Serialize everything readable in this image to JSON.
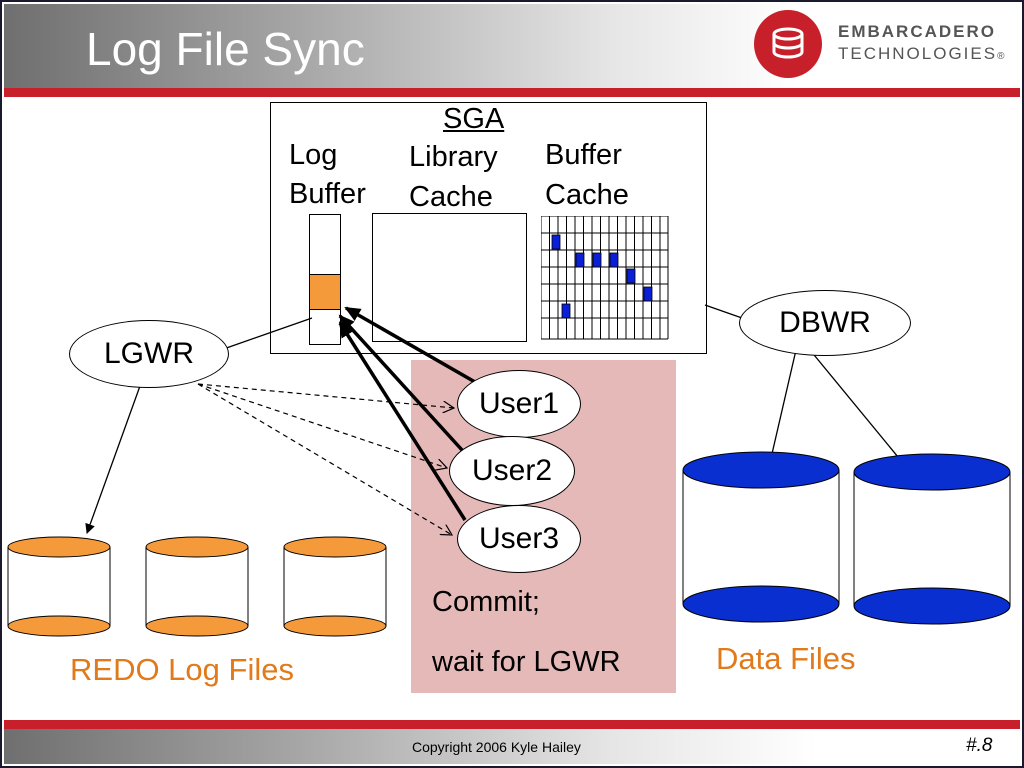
{
  "slide": {
    "title": "Log File Sync",
    "copyright": "Copyright 2006 Kyle Hailey",
    "slide_number": "#.8"
  },
  "logo": {
    "line1": "EMBARCADERO",
    "line2": "TECHNOLOGIES",
    "registered_mark": "®",
    "colors": {
      "circle": "#c8202a",
      "text": "#555555"
    }
  },
  "sga": {
    "label": "SGA",
    "log_buffer_line1": "Log",
    "log_buffer_line2": "Buffer",
    "library_cache_line1": "Library",
    "library_cache_line2": "Cache",
    "buffer_cache_line1": "Buffer",
    "buffer_cache_line2": "Cache"
  },
  "processes": {
    "lgwr": "LGWR",
    "dbwr": "DBWR",
    "users": [
      "User1",
      "User2",
      "User3"
    ]
  },
  "commit_box": {
    "line1": "Commit;",
    "line2": "wait for LGWR"
  },
  "files": {
    "redo_label": "REDO Log Files",
    "data_label": "Data Files"
  },
  "colors": {
    "accent_red": "#c8202a",
    "redo_orange": "#f59a3a",
    "data_blue": "#0a2fd0",
    "commit_pink": "#e6b9b9",
    "dirty_block_blue": "#0a1fd8"
  }
}
